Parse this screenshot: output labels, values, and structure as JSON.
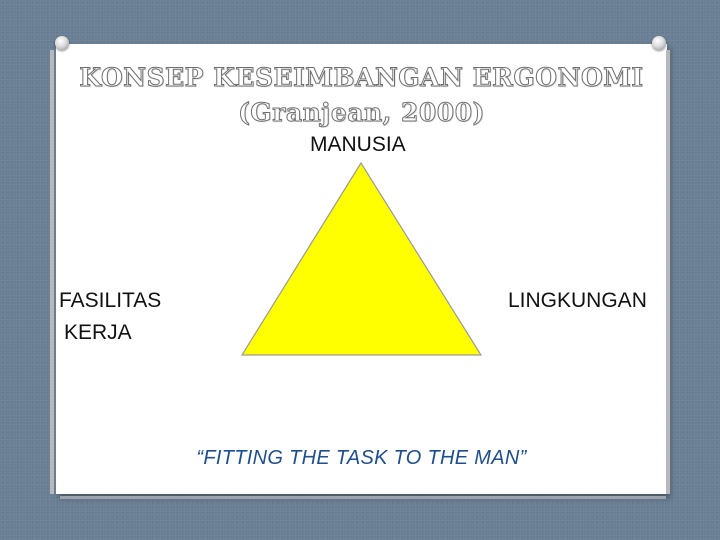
{
  "slide": {
    "title_line1": "KONSEP KESEIMBANGAN ERGONOMI",
    "title_line2": "(Granjean, 2000)",
    "vertex_top": "MANUSIA",
    "vertex_left_line1": "FASILITAS",
    "vertex_left_line2": "KERJA",
    "vertex_right": "LINGKUNGAN",
    "slogan": "“FITTING THE TASK TO THE MAN”"
  },
  "colors": {
    "triangle_fill": "#ffff00",
    "slogan_text": "#1f4e8c",
    "background": "#6a7f95"
  }
}
